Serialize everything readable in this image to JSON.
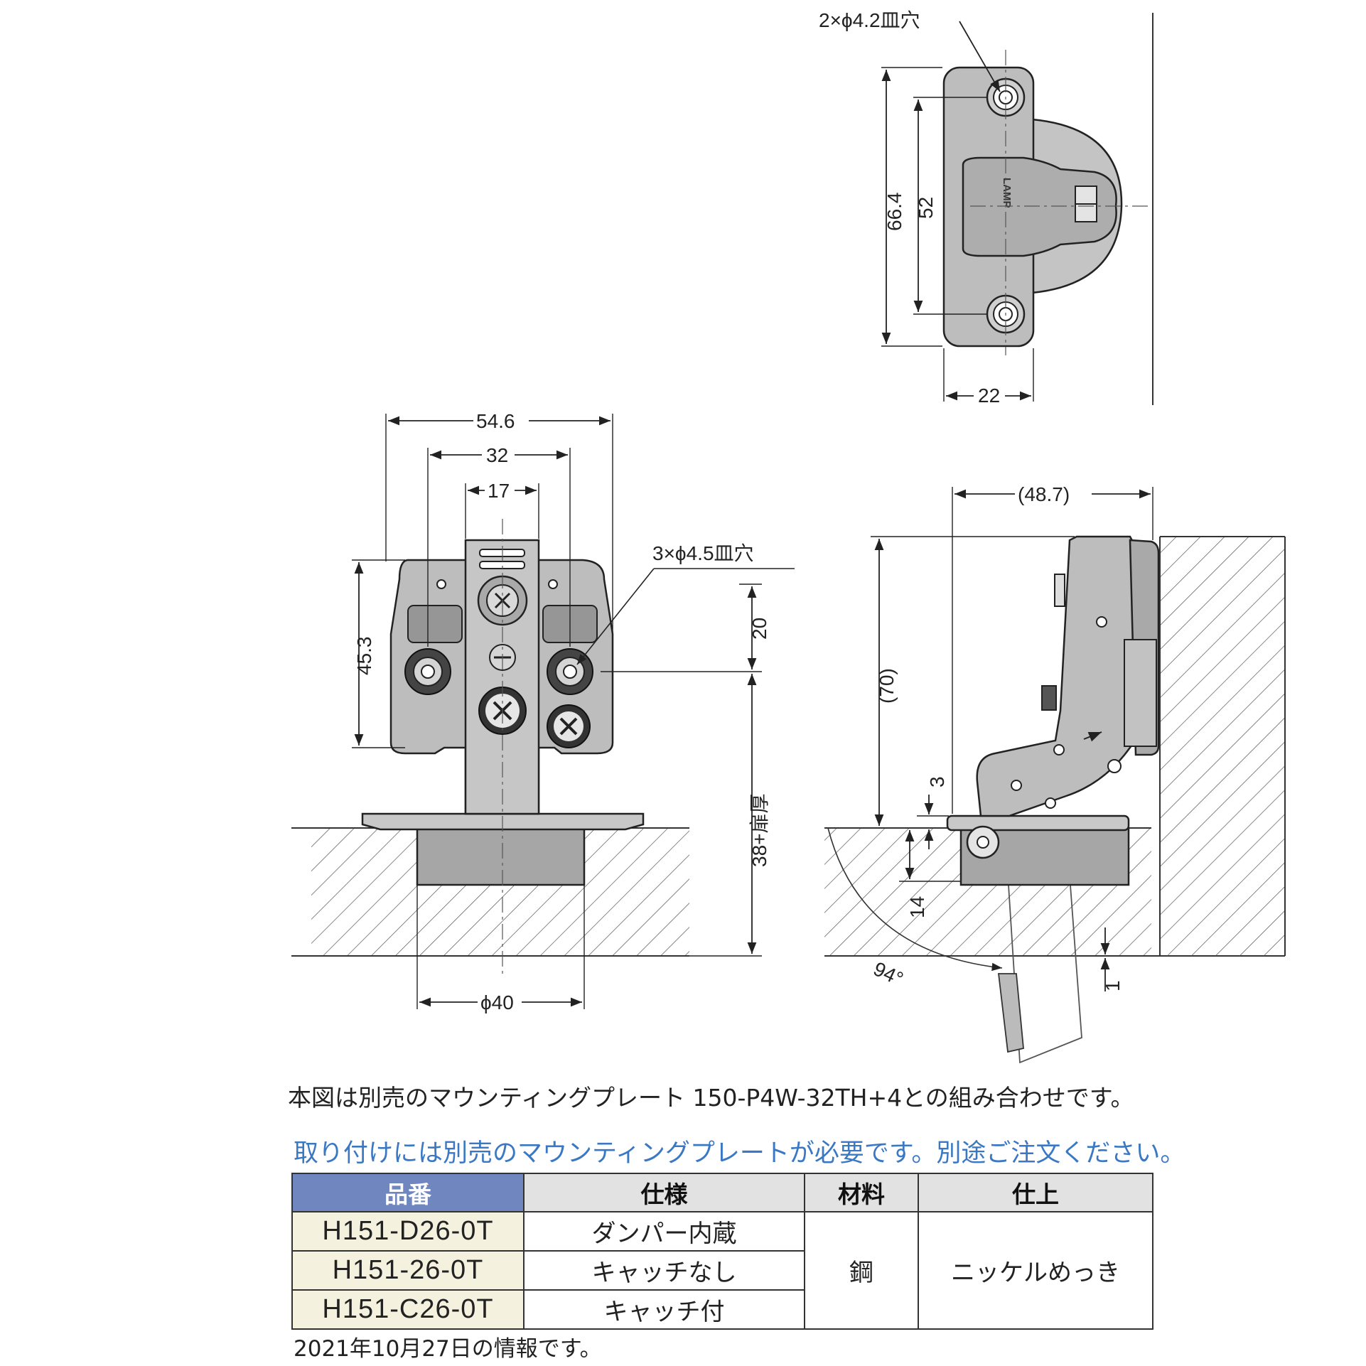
{
  "top_view": {
    "hole_label": "2×ϕ4.2皿穴",
    "dim_height": "66.4",
    "dim_pitch": "52",
    "dim_width": "22",
    "brand_mark": "LAMP"
  },
  "front_view": {
    "dim_overall_width": "54.6",
    "dim_hole_pitch": "32",
    "dim_center_width": "17",
    "dim_height": "45.3",
    "hole_label": "3×ϕ4.5皿穴",
    "dim_20": "20",
    "dim_door": "38+扉厚",
    "dim_cup": "ϕ40"
  },
  "side_view": {
    "dim_reach": "(48.7)",
    "dim_height": "(70)",
    "dim_3": "3",
    "dim_14": "14",
    "dim_1": "1",
    "dim_angle": "94°"
  },
  "notes": {
    "combination": "本図は別売のマウンティングプレート 150-P4W-32TH+4との組み合わせです。",
    "requirement": "取り付けには別売のマウンティングプレートが必要です。別途ご注文ください。",
    "footer": "2021年10月27日の情報です。"
  },
  "table": {
    "headers": [
      "品番",
      "仕様",
      "材料",
      "仕上"
    ],
    "rows": [
      {
        "part": "H151-D26-0T",
        "spec": "ダンパー内蔵"
      },
      {
        "part": "H151-26-0T",
        "spec": "キャッチなし"
      },
      {
        "part": "H151-C26-0T",
        "spec": "キャッチ付"
      }
    ],
    "material": "鋼",
    "finish": "ニッケルめっき"
  },
  "colors": {
    "part_fill": "#bdbdbd",
    "outline": "#222222",
    "header_highlight": "#6f86bf",
    "note_blue": "#3a78c4",
    "part_number_bg": "#f4f1de"
  }
}
